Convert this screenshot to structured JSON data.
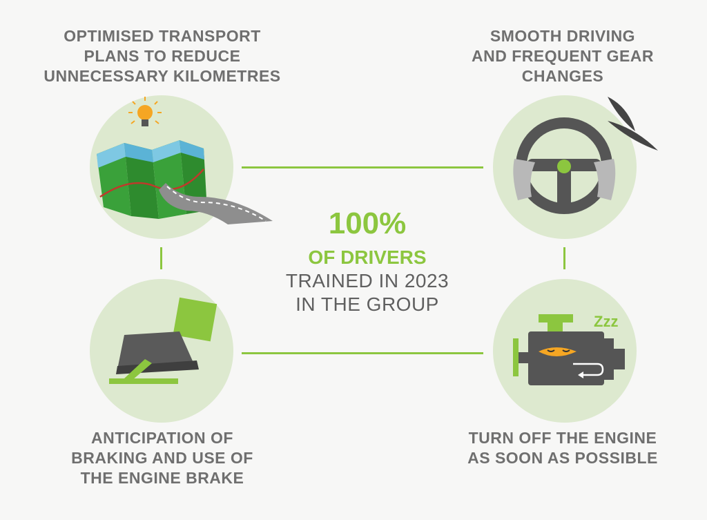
{
  "center": {
    "percent": "100%",
    "subtitle": "OF DRIVERS",
    "line1": "TRAINED IN 2023",
    "line2": "IN THE GROUP"
  },
  "items": [
    {
      "lines": [
        "OPTIMISED TRANSPORT",
        "PLANS TO REDUCE",
        "UNNECESSARY KILOMETRES"
      ],
      "icon": "map-icon"
    },
    {
      "lines": [
        "SMOOTH DRIVING",
        "AND FREQUENT GEAR",
        "CHANGES"
      ],
      "icon": "steering-wheel-icon"
    },
    {
      "lines": [
        "ANTICIPATION OF",
        "BRAKING AND USE OF",
        "THE ENGINE BRAKE"
      ],
      "icon": "brake-pedal-icon"
    },
    {
      "lines": [
        "TURN OFF THE ENGINE",
        "AS SOON AS POSSIBLE"
      ],
      "icon": "sleeping-engine-icon"
    }
  ],
  "colors": {
    "accent": "#8cc63f",
    "circle": "#dde9cf",
    "text": "#6f6f6f"
  },
  "decorations": {
    "sleep_text": "Zzz"
  }
}
